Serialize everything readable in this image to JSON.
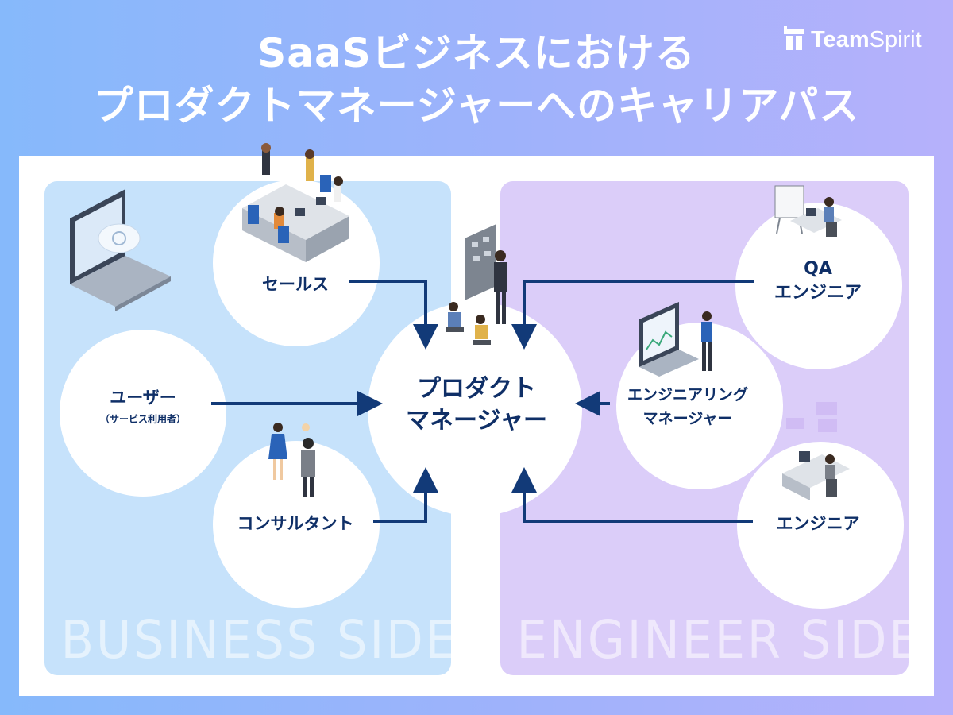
{
  "title": {
    "line1": "SaaSビジネスにおける",
    "line2": "プロダクトマネージャーへのキャリアパス"
  },
  "logo": {
    "text_bold": "Team",
    "text_regular": "Spirit"
  },
  "panels": {
    "business": "BUSINESS SIDE",
    "engineer": "ENGINEER SIDE"
  },
  "nodes": {
    "center": {
      "line1": "プロダクト",
      "line2": "マネージャー"
    },
    "sales": "セールス",
    "user": {
      "line1": "ユーザー",
      "sub": "（サービス利用者）"
    },
    "consultant": "コンサルタント",
    "qa": {
      "line1": "QA",
      "line2": "エンジニア"
    },
    "eng_manager": {
      "line1": "エンジニアリング",
      "line2": "マネージャー"
    },
    "engineer": "エンジニア"
  },
  "colors": {
    "business_panel": "#c6e2fb",
    "engineer_panel": "#dbcdf9",
    "arrow": "#123a78",
    "text": "#0f2f67"
  }
}
